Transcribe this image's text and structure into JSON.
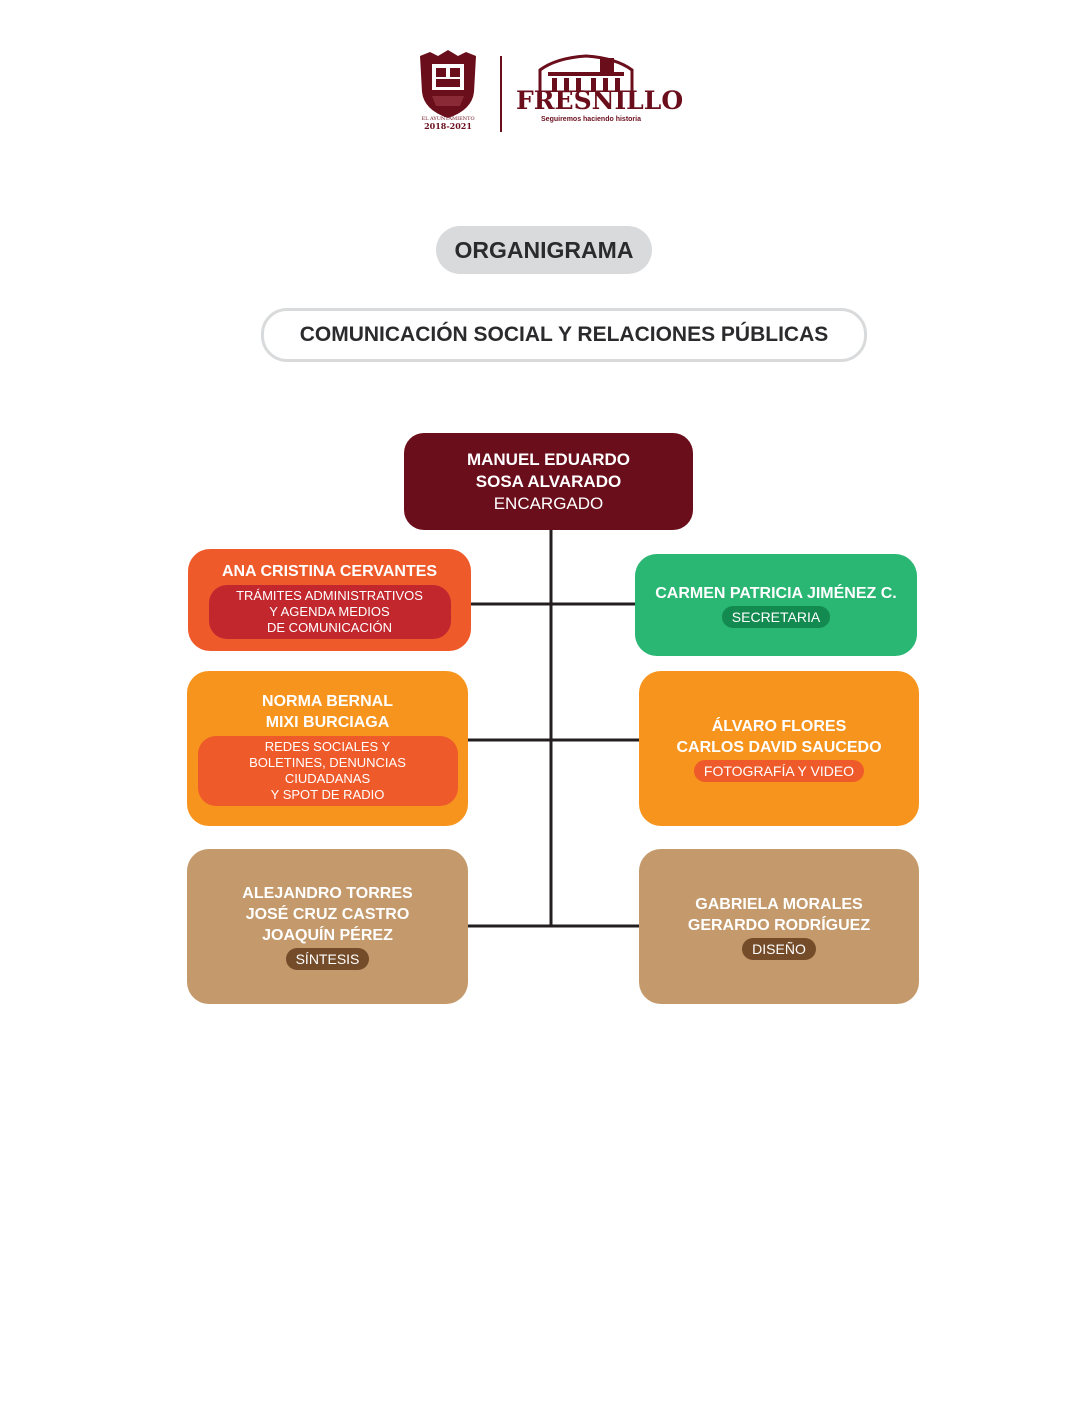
{
  "header": {
    "crest_caption": "EL AYUNTAMIENTO",
    "crest_years": "2018-2021",
    "city_name": "FRESNILLO",
    "city_slogan": "Seguiremos haciendo historia"
  },
  "title": "ORGANIGRAMA",
  "department": "COMUNICACIÓN SOCIAL Y RELACIONES PÚBLICAS",
  "colors": {
    "head": "#6b0e1c",
    "orange_red": "#ef5a2a",
    "red": "#c1272d",
    "green": "#2ab673",
    "orange": "#f7941d",
    "tan": "#c49a6c",
    "brown": "#754c29",
    "title_gray": "#d9dadb"
  },
  "org": {
    "head": {
      "name_line1": "MANUEL EDUARDO",
      "name_line2": "SOSA ALVARADO",
      "role": "ENCARGADO"
    },
    "ana": {
      "name": "ANA CRISTINA CERVANTES",
      "role_line1": "TRÁMITES ADMINISTRATIVOS",
      "role_line2": "Y AGENDA MEDIOS",
      "role_line3": "DE COMUNICACIÓN"
    },
    "carmen": {
      "name": "CARMEN PATRICIA JIMÉNEZ C.",
      "role": "SECRETARIA"
    },
    "norma": {
      "name_line1": "NORMA BERNAL",
      "name_line2": "MIXI BURCIAGA",
      "role_line1": "REDES SOCIALES Y",
      "role_line2": "BOLETINES, DENUNCIAS CIUDADANAS",
      "role_line3": "Y SPOT DE RADIO"
    },
    "alvaro": {
      "name_line1": "ÁLVARO FLORES",
      "name_line2": "CARLOS DAVID SAUCEDO",
      "role": "FOTOGRAFÍA Y VIDEO"
    },
    "alejandro": {
      "name_line1": "ALEJANDRO TORRES",
      "name_line2": "JOSÉ CRUZ CASTRO",
      "name_line3": "JOAQUÍN PÉREZ",
      "role": "SÍNTESIS"
    },
    "gabriela": {
      "name_line1": "GABRIELA MORALES",
      "name_line2": "GERARDO RODRÍGUEZ",
      "role": "DISEÑO"
    }
  }
}
